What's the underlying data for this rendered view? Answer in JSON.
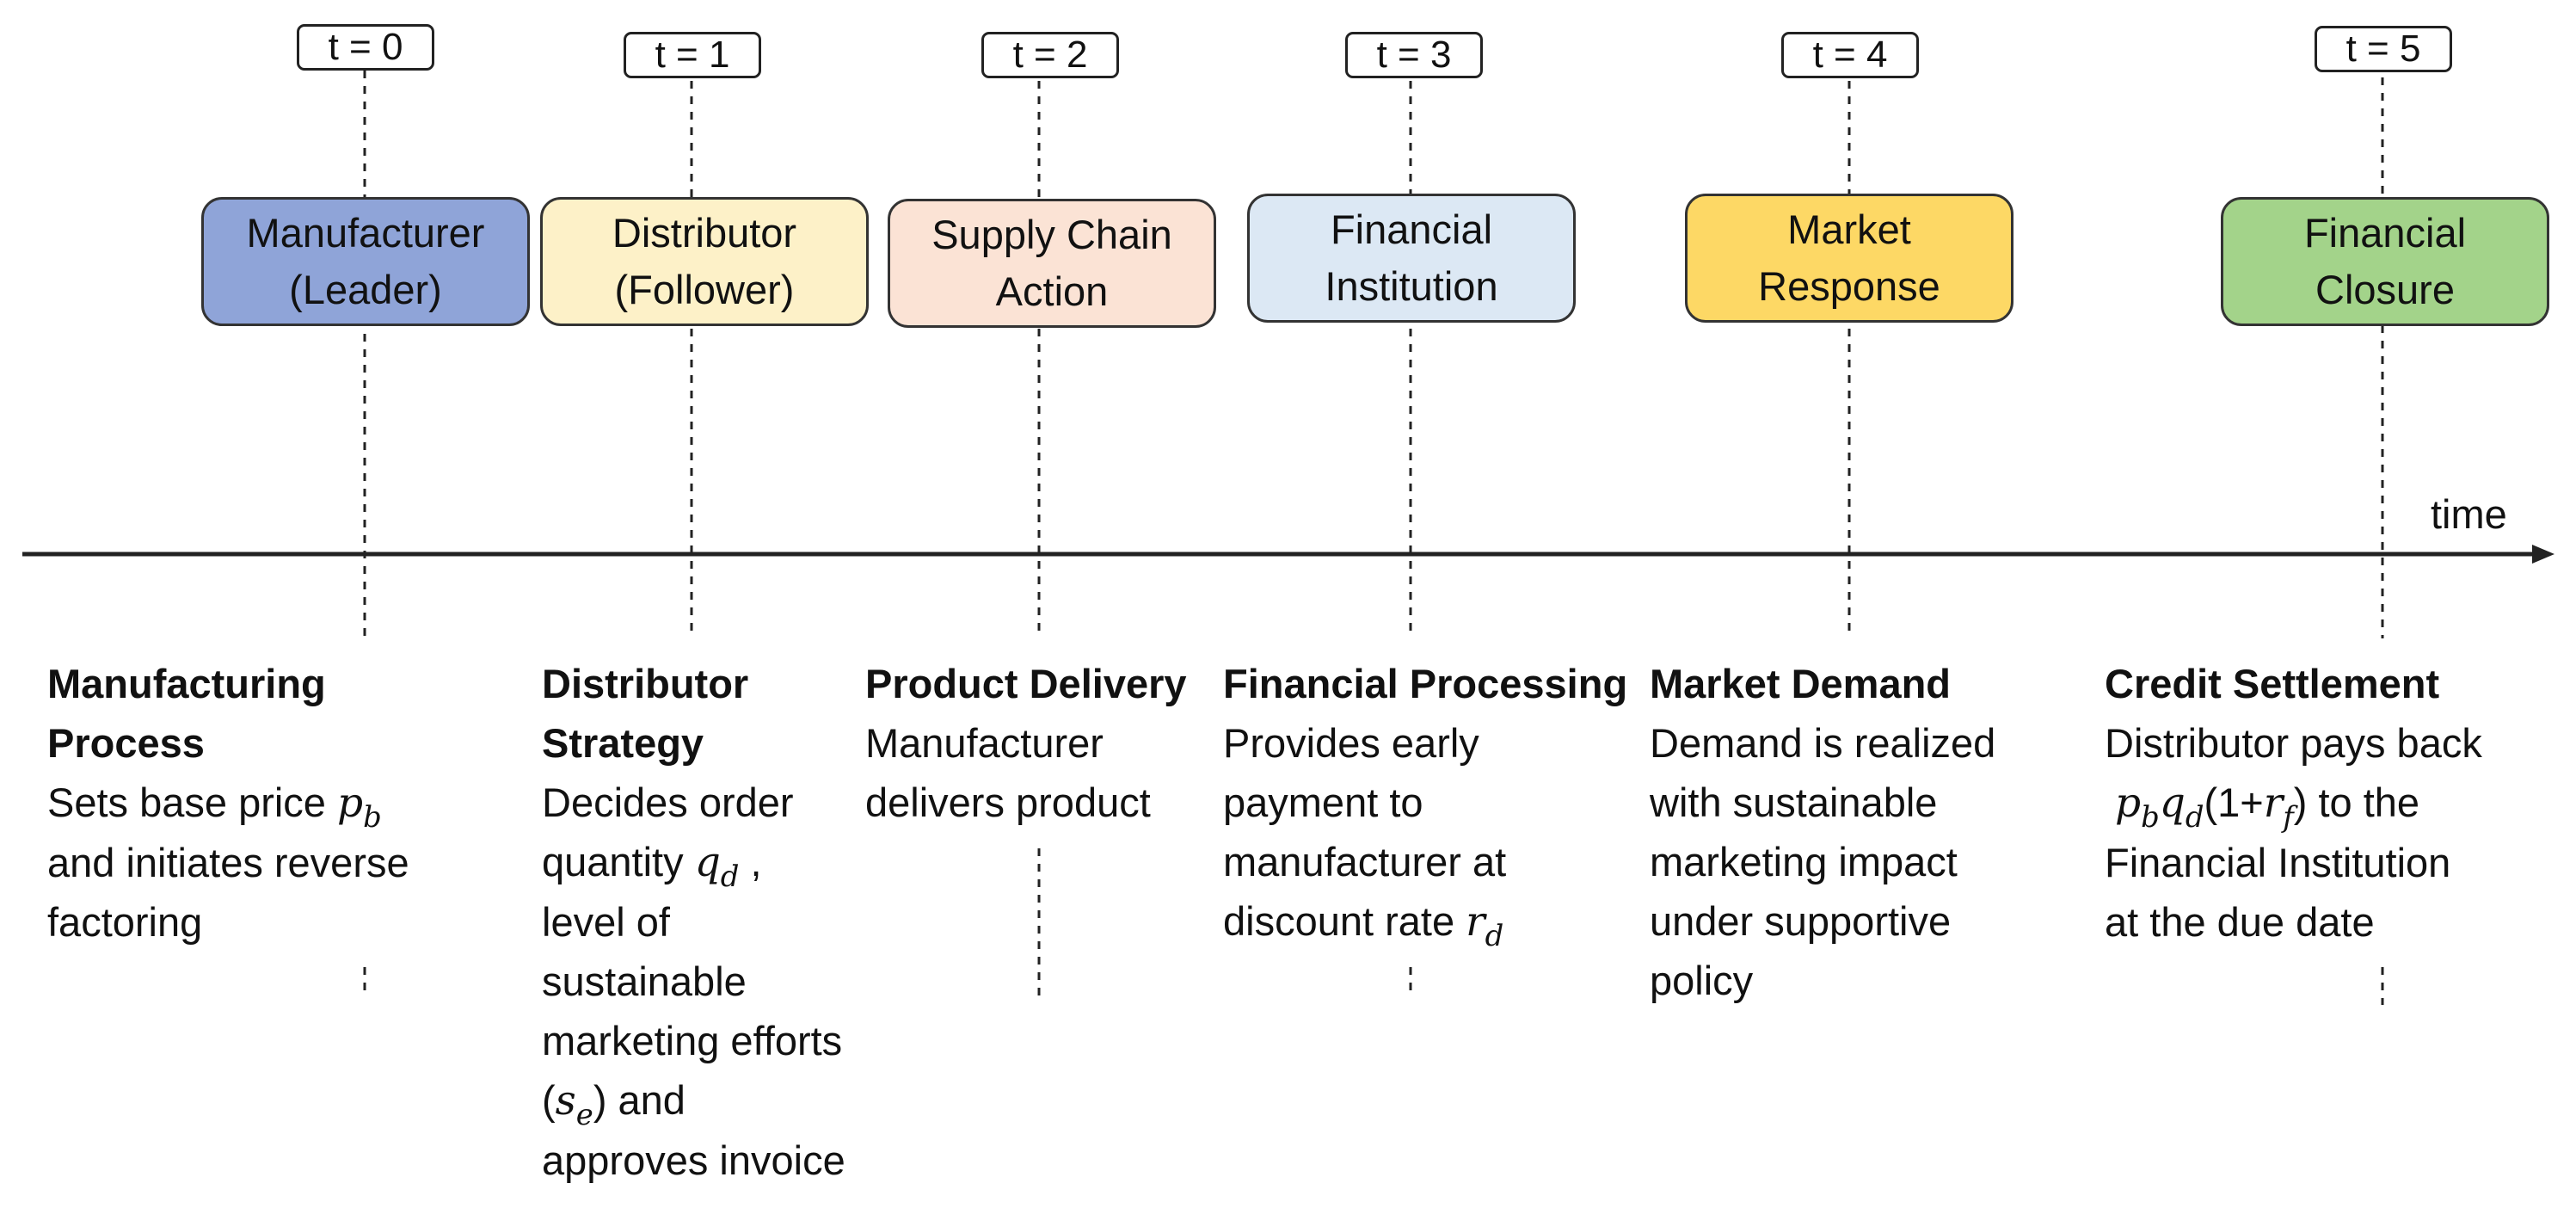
{
  "stages": [
    {
      "time_label": "t = 0",
      "box_lines": [
        "Manufacturer",
        "(Leader)"
      ],
      "box_color": "#8fa4d8",
      "desc_title_lines": [
        "Manufacturing",
        "Process"
      ],
      "desc_lines": [
        "Sets base price",
        "and initiates reverse",
        "factoring"
      ],
      "variables": {
        "pb": "p",
        "pb_sub": "b"
      }
    },
    {
      "time_label": "t = 1",
      "box_lines": [
        "Distributor",
        "(Follower)"
      ],
      "box_color": "#fdf1c8",
      "desc_title_lines": [
        "Distributor",
        "Strategy"
      ],
      "desc_lines": [
        "Decides order",
        "quantity",
        ",",
        "level of",
        "sustainable",
        "marketing efforts",
        "(",
        ") and",
        "approves invoice"
      ],
      "variables": {
        "qd": "q",
        "qd_sub": "d",
        "se": "s",
        "se_sub": "e"
      }
    },
    {
      "time_label": "t = 2",
      "box_lines": [
        "Supply Chain",
        "Action"
      ],
      "box_color": "#fbe3d5",
      "desc_title_lines": [
        "Product Delivery"
      ],
      "desc_lines": [
        "Manufacturer",
        "delivers product"
      ]
    },
    {
      "time_label": "t = 3",
      "box_lines": [
        "Financial",
        "Institution"
      ],
      "box_color": "#dce8f4",
      "desc_title_lines": [
        "Financial Processing"
      ],
      "desc_lines": [
        "Provides early",
        "payment to",
        "manufacturer at",
        "discount rate"
      ],
      "variables": {
        "rd": "r",
        "rd_sub": "d"
      }
    },
    {
      "time_label": "t = 4",
      "box_lines": [
        "Market",
        "Response"
      ],
      "box_color": "#fdd865",
      "desc_title_lines": [
        "Market Demand"
      ],
      "desc_lines": [
        "Demand is realized",
        "with sustainable",
        "marketing impact",
        "under supportive",
        "policy"
      ]
    },
    {
      "time_label": "t = 5",
      "box_lines": [
        "Financial",
        "Closure"
      ],
      "box_color": "#a3d38a",
      "desc_title_lines": [
        "Credit Settlement"
      ],
      "desc_lines": [
        "Distributor pays back",
        "(1+",
        ") to the",
        "Financial Institution",
        "at the due date"
      ],
      "variables": {
        "pb": "p",
        "pb_sub": "b",
        "qd": "q",
        "qd_sub": "d",
        "rf": "r",
        "rf_sub": "f"
      }
    }
  ],
  "axis": {
    "label": "time"
  },
  "colors": {
    "line": "#222222",
    "box_border": "#333333"
  }
}
